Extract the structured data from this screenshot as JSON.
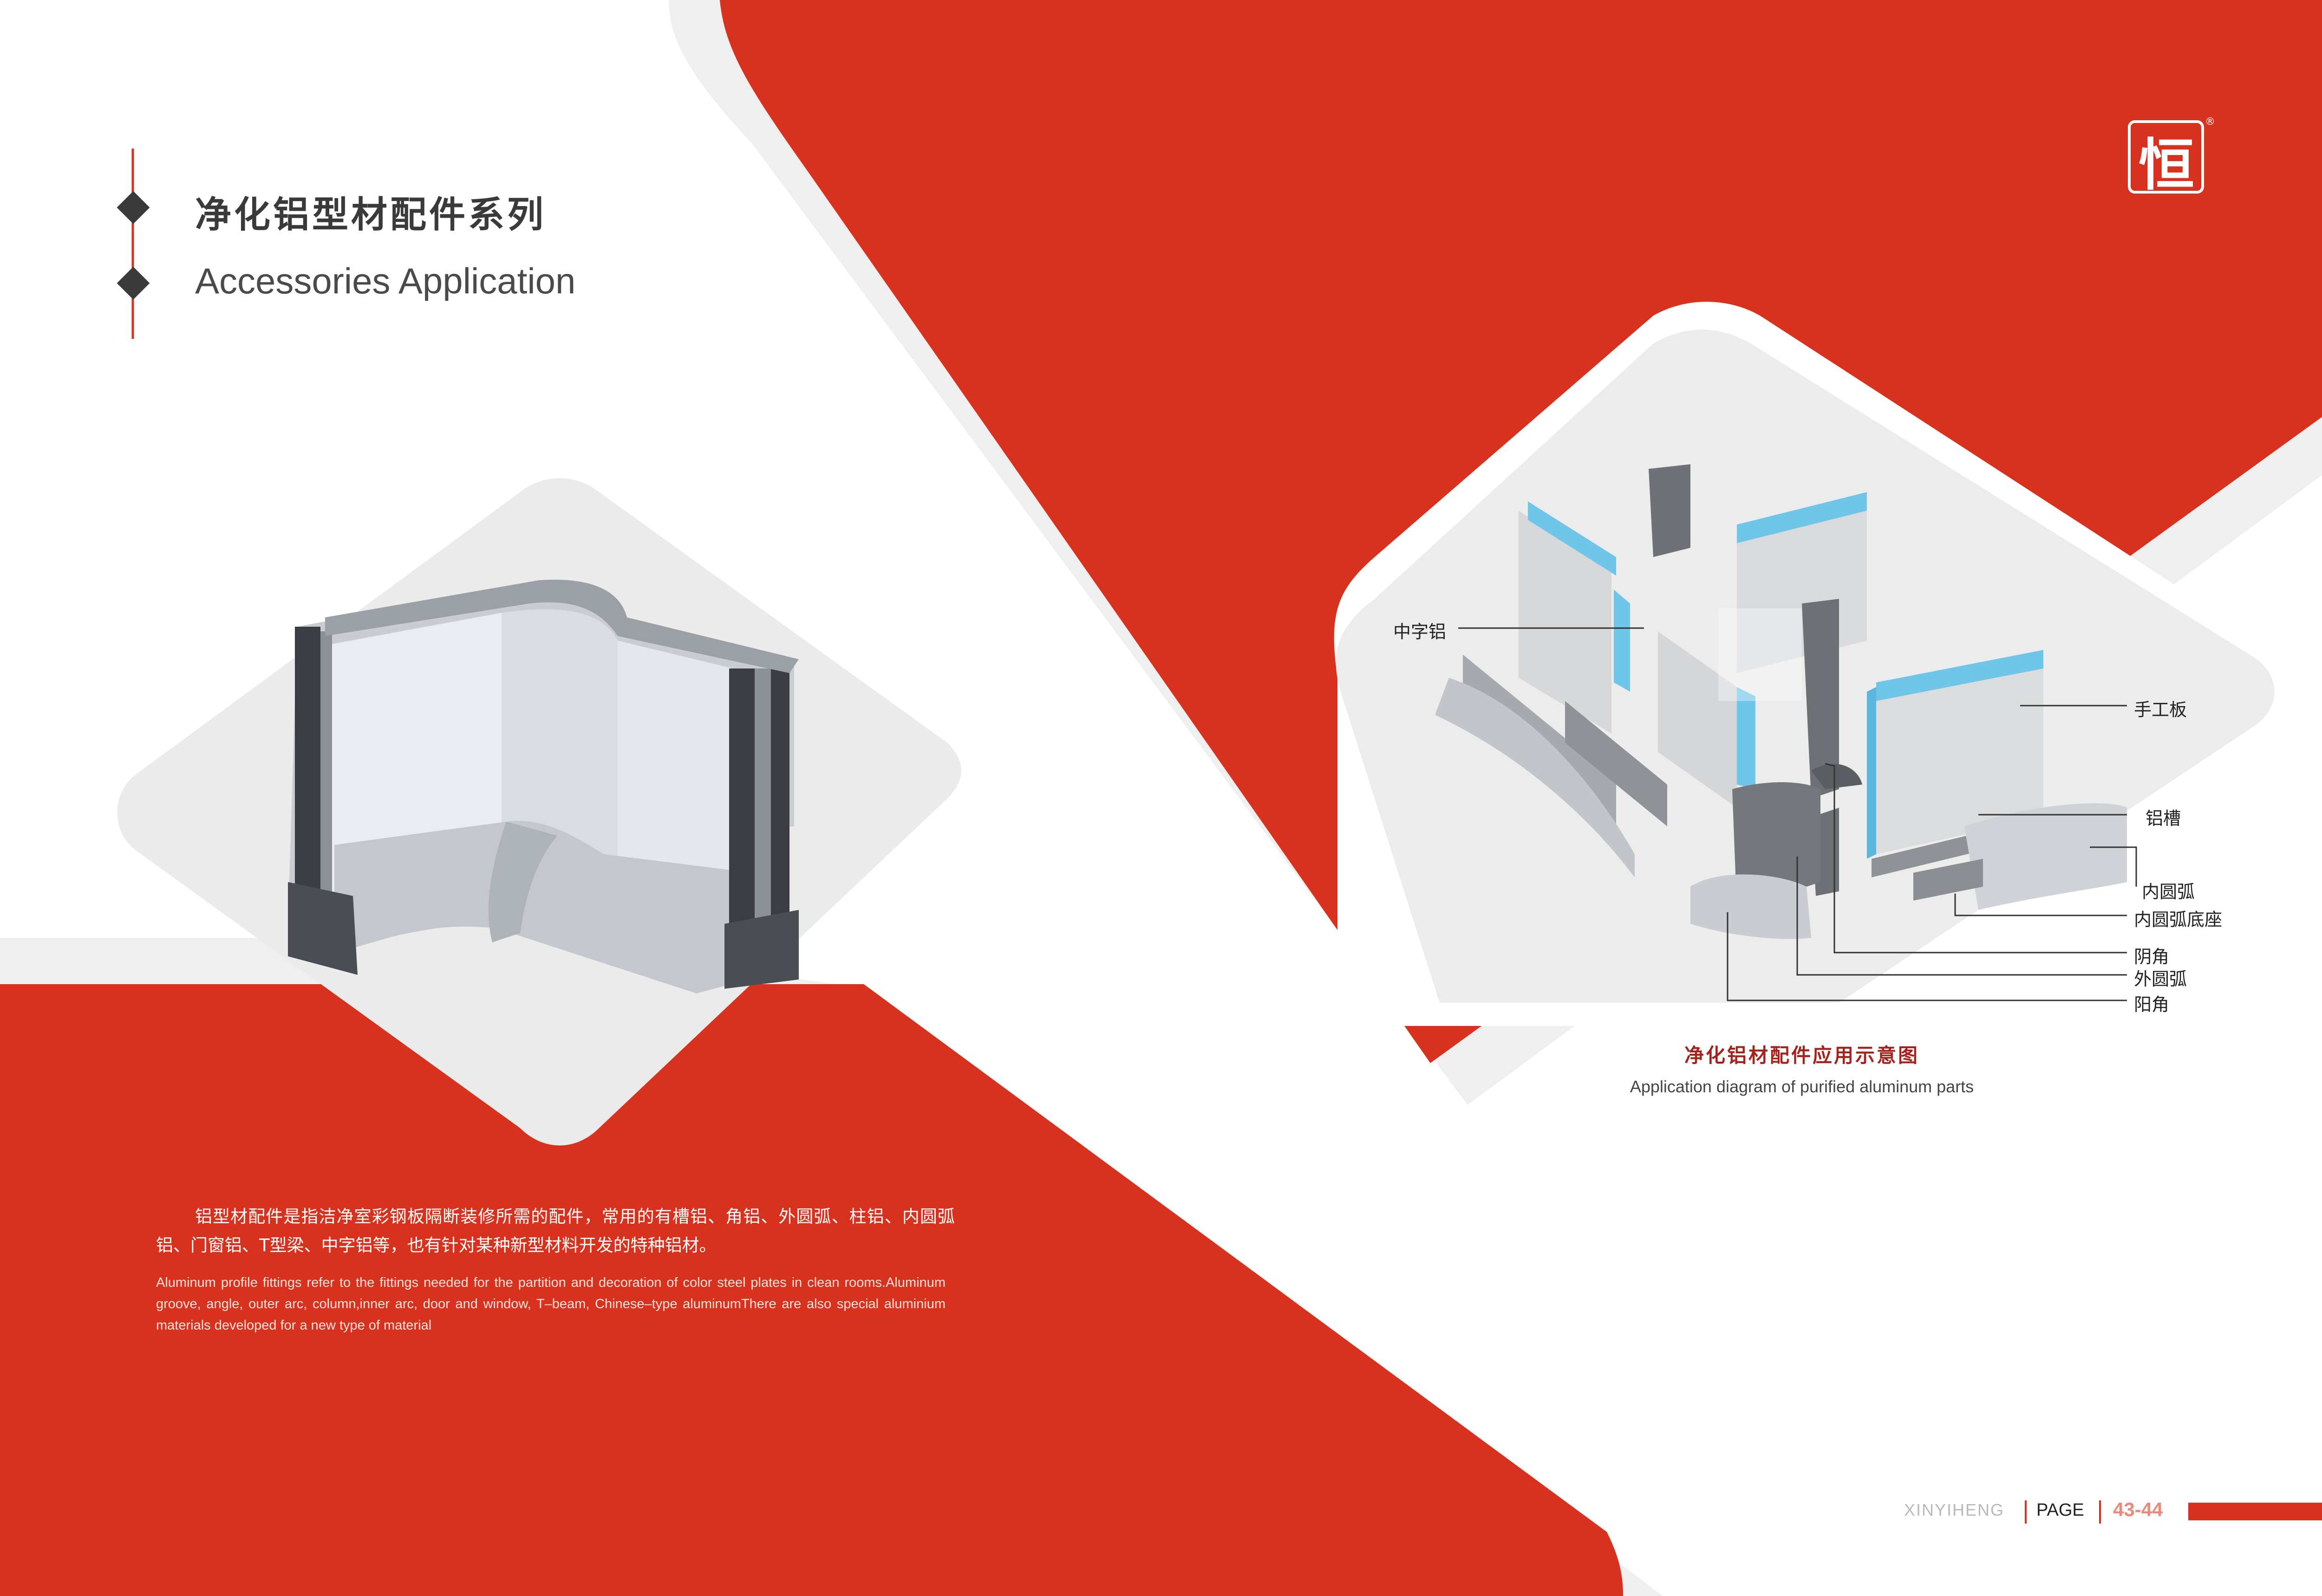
{
  "header": {
    "title_cn": "净化铝型材配件系列",
    "title_en": "Accessories Application"
  },
  "brand": {
    "logo_mark": "恒",
    "registered": "®",
    "accent_color": "#d8311e"
  },
  "description": {
    "cn": "铝型材配件是指洁净室彩钢板隔断装修所需的配件，常用的有槽铝、角铝、外圆弧、柱铝、内圆弧铝、门窗铝、T型梁、中字铝等，也有针对某种新型材料开发的特种铝材。",
    "en": "Aluminum profile fittings refer to the fittings needed for the partition and decoration of color steel plates in clean rooms.Aluminum groove, angle, outer arc, column,inner arc, door and window, T–beam, Chinese–type aluminumThere are also special aluminium materials developed for a new type of material"
  },
  "diagram": {
    "labels": {
      "zhongzilv": "中字铝",
      "shougongban": "手工板",
      "lvcao": "铝槽",
      "neiyuanhu": "内圆弧",
      "neiyuanhudizuo": "内圆弧底座",
      "yinjiao": "阴角",
      "waiyuanhu": "外圆弧",
      "yangjiao": "阳角"
    },
    "caption_cn": "净化铝材配件应用示意图",
    "caption_en": "Application diagram of purified aluminum parts"
  },
  "footer": {
    "brand": "XINYIHENG",
    "page_label": "PAGE",
    "page_numbers": "43-44"
  }
}
